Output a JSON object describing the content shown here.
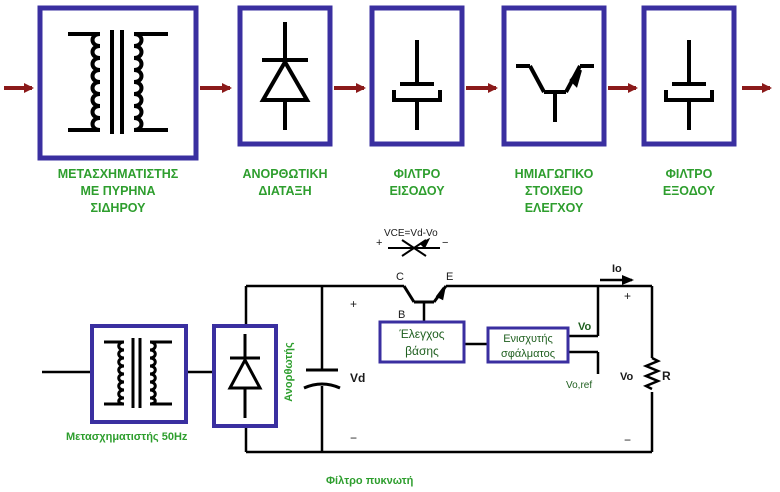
{
  "block_diagram": {
    "blocks": [
      {
        "id": "transformer",
        "label_lines": [
          "ΜΕΤΑΣΧΗΜΑΤΙΣΤΗΣ",
          "ΜΕ ΠΥΡΗΝΑ",
          "ΣΙΔΗΡΟΥ"
        ]
      },
      {
        "id": "rectifier",
        "label_lines": [
          "ΑΝΟΡΘΩΤΙΚΗ",
          "ΔΙΑΤΑΞΗ"
        ]
      },
      {
        "id": "input-filter",
        "label_lines": [
          "ΦΙΛΤΡΟ",
          "ΕΙΣΟΔΟΥ"
        ]
      },
      {
        "id": "semiconductor",
        "label_lines": [
          "ΗΜΙΑΓΩΓΙΚΟ",
          "ΣΤΟΙΧΕΙΟ",
          "ΕΛΕΓΧΟΥ"
        ]
      },
      {
        "id": "output-filter",
        "label_lines": [
          "ΦΙΛΤΡΟ",
          "ΕΞΟΔΟΥ"
        ]
      }
    ]
  },
  "circuit": {
    "vce_label": "VCE=Vd-Vo",
    "plus": "+",
    "minus": "−",
    "c_label": "C",
    "e_label": "E",
    "b_label": "B",
    "io_label": "Io",
    "base_control": [
      "Έλεγχος",
      "βάσης"
    ],
    "error_amp": [
      "Ενισχυτής",
      "σφάλματος"
    ],
    "vo_label": "Vo",
    "vo_ref_label": "Vo,ref",
    "vo_r_label": "Vo",
    "r_label": "R",
    "vd_label": "Vd",
    "rectifier_label": "Ανορθωτής",
    "transformer_label": "Μετασχηματιστής 50Hz",
    "capacitor_filter_label": "Φίλτρο πυκνωτή"
  },
  "colors": {
    "block_border": "#3a2fa0",
    "arrow": "#8b1a1a",
    "label_green": "#2e9e2e",
    "wire": "#000000"
  }
}
